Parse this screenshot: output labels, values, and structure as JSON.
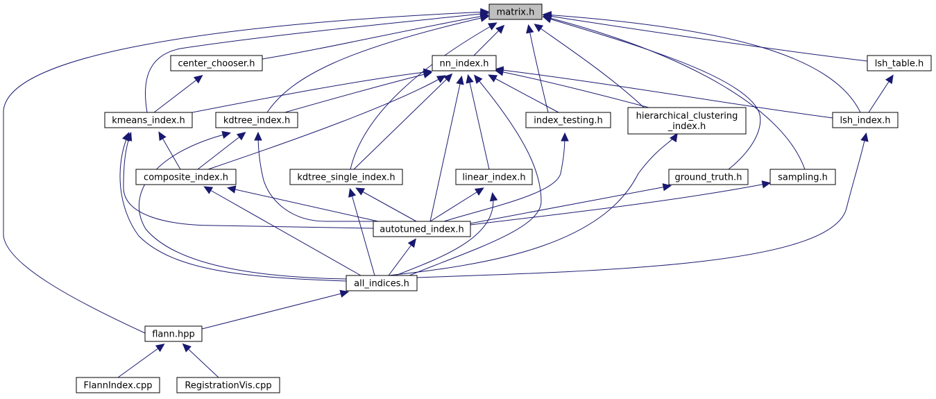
{
  "graph": {
    "root": "matrix.h",
    "nodes": [
      {
        "id": "matrix",
        "lines": [
          "matrix.h"
        ],
        "root": true
      },
      {
        "id": "center_chooser",
        "lines": [
          "center_chooser.h"
        ]
      },
      {
        "id": "nn_index",
        "lines": [
          "nn_index.h"
        ]
      },
      {
        "id": "lsh_table",
        "lines": [
          "lsh_table.h"
        ]
      },
      {
        "id": "kmeans_index",
        "lines": [
          "kmeans_index.h"
        ]
      },
      {
        "id": "kdtree_index",
        "lines": [
          "kdtree_index.h"
        ]
      },
      {
        "id": "index_testing",
        "lines": [
          "index_testing.h"
        ]
      },
      {
        "id": "hierarchical",
        "lines": [
          "hierarchical_clustering",
          "_index.h"
        ]
      },
      {
        "id": "lsh_index",
        "lines": [
          "lsh_index.h"
        ]
      },
      {
        "id": "composite_index",
        "lines": [
          "composite_index.h"
        ]
      },
      {
        "id": "kdtree_single",
        "lines": [
          "kdtree_single_index.h"
        ]
      },
      {
        "id": "linear_index",
        "lines": [
          "linear_index.h"
        ]
      },
      {
        "id": "ground_truth",
        "lines": [
          "ground_truth.h"
        ]
      },
      {
        "id": "sampling",
        "lines": [
          "sampling.h"
        ]
      },
      {
        "id": "autotuned_index",
        "lines": [
          "autotuned_index.h"
        ]
      },
      {
        "id": "all_indices",
        "lines": [
          "all_indices.h"
        ]
      },
      {
        "id": "flann_hpp",
        "lines": [
          "flann.hpp"
        ]
      },
      {
        "id": "flannindex_cpp",
        "lines": [
          "FlannIndex.cpp"
        ]
      },
      {
        "id": "registrationvis_cpp",
        "lines": [
          "RegistrationVis.cpp"
        ]
      }
    ],
    "edges": [
      {
        "from": "center_chooser",
        "to": "matrix"
      },
      {
        "from": "nn_index",
        "to": "matrix"
      },
      {
        "from": "lsh_table",
        "to": "matrix"
      },
      {
        "from": "kmeans_index",
        "to": "matrix"
      },
      {
        "from": "kdtree_index",
        "to": "matrix"
      },
      {
        "from": "index_testing",
        "to": "matrix"
      },
      {
        "from": "hierarchical",
        "to": "matrix"
      },
      {
        "from": "lsh_index",
        "to": "matrix"
      },
      {
        "from": "kdtree_single",
        "to": "matrix"
      },
      {
        "from": "ground_truth",
        "to": "matrix"
      },
      {
        "from": "sampling",
        "to": "matrix"
      },
      {
        "from": "flann_hpp",
        "to": "matrix"
      },
      {
        "from": "kmeans_index",
        "to": "center_chooser"
      },
      {
        "from": "kmeans_index",
        "to": "nn_index"
      },
      {
        "from": "kdtree_index",
        "to": "nn_index"
      },
      {
        "from": "index_testing",
        "to": "nn_index"
      },
      {
        "from": "hierarchical",
        "to": "nn_index"
      },
      {
        "from": "lsh_index",
        "to": "nn_index"
      },
      {
        "from": "composite_index",
        "to": "nn_index"
      },
      {
        "from": "kdtree_single",
        "to": "nn_index"
      },
      {
        "from": "linear_index",
        "to": "nn_index"
      },
      {
        "from": "autotuned_index",
        "to": "nn_index"
      },
      {
        "from": "all_indices",
        "to": "nn_index"
      },
      {
        "from": "lsh_index",
        "to": "lsh_table"
      },
      {
        "from": "composite_index",
        "to": "kmeans_index"
      },
      {
        "from": "autotuned_index",
        "to": "kmeans_index"
      },
      {
        "from": "all_indices",
        "to": "kmeans_index"
      },
      {
        "from": "composite_index",
        "to": "kdtree_index"
      },
      {
        "from": "autotuned_index",
        "to": "kdtree_index"
      },
      {
        "from": "all_indices",
        "to": "kdtree_index"
      },
      {
        "from": "autotuned_index",
        "to": "index_testing"
      },
      {
        "from": "all_indices",
        "to": "hierarchical"
      },
      {
        "from": "all_indices",
        "to": "lsh_index"
      },
      {
        "from": "autotuned_index",
        "to": "composite_index"
      },
      {
        "from": "all_indices",
        "to": "composite_index"
      },
      {
        "from": "autotuned_index",
        "to": "kdtree_single"
      },
      {
        "from": "all_indices",
        "to": "kdtree_single"
      },
      {
        "from": "autotuned_index",
        "to": "linear_index"
      },
      {
        "from": "all_indices",
        "to": "linear_index"
      },
      {
        "from": "autotuned_index",
        "to": "ground_truth"
      },
      {
        "from": "autotuned_index",
        "to": "sampling"
      },
      {
        "from": "all_indices",
        "to": "autotuned_index"
      },
      {
        "from": "flann_hpp",
        "to": "all_indices"
      },
      {
        "from": "flannindex_cpp",
        "to": "flann_hpp"
      },
      {
        "from": "registrationvis_cpp",
        "to": "flann_hpp"
      }
    ],
    "colors": {
      "edge": "#191970",
      "node_fill": "#ffffff",
      "root_fill": "#bfbfbf",
      "node_border": "#000000"
    }
  }
}
